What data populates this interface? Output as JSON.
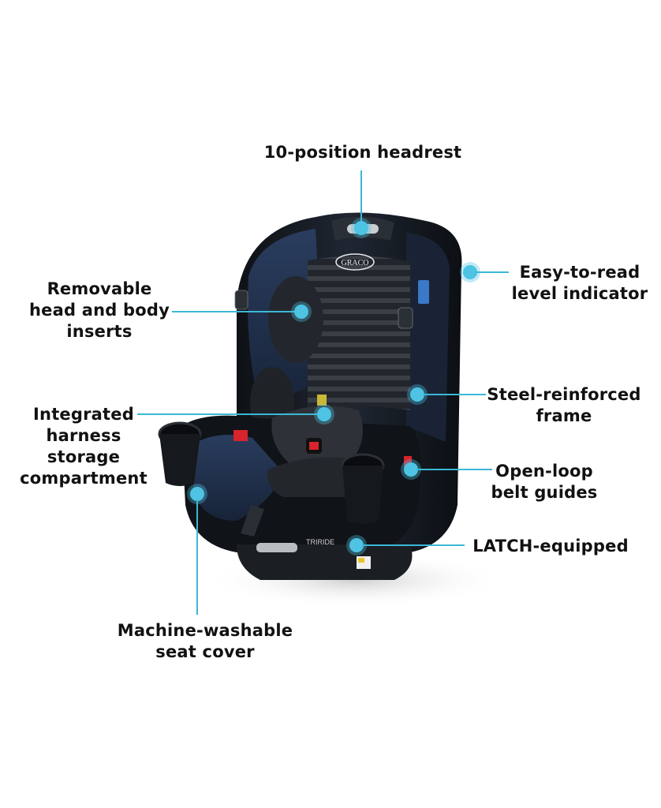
{
  "brand": {
    "logo_text": "GRACO",
    "model_text": "TRIRIDE"
  },
  "colors": {
    "callout": "#4ec3e3",
    "line": "#3bb8d6",
    "text": "#111111",
    "seat_dark": "#15181d",
    "seat_navy": "#1d2c44",
    "accent_red": "#d8242c"
  },
  "callouts": [
    {
      "id": "headrest",
      "lines": [
        "10-position headrest"
      ]
    },
    {
      "id": "inserts",
      "lines": [
        "Removable",
        "head and body",
        "inserts"
      ]
    },
    {
      "id": "level",
      "lines": [
        "Easy-to-read",
        "level indicator"
      ]
    },
    {
      "id": "harness",
      "lines": [
        "Integrated",
        "harness",
        "storage",
        "compartment"
      ]
    },
    {
      "id": "frame",
      "lines": [
        "Steel-reinforced",
        "frame"
      ]
    },
    {
      "id": "belt",
      "lines": [
        "Open-loop",
        "belt guides"
      ]
    },
    {
      "id": "latch",
      "lines": [
        "LATCH-equipped"
      ]
    },
    {
      "id": "washable",
      "lines": [
        "Machine-washable",
        "seat cover"
      ]
    }
  ]
}
